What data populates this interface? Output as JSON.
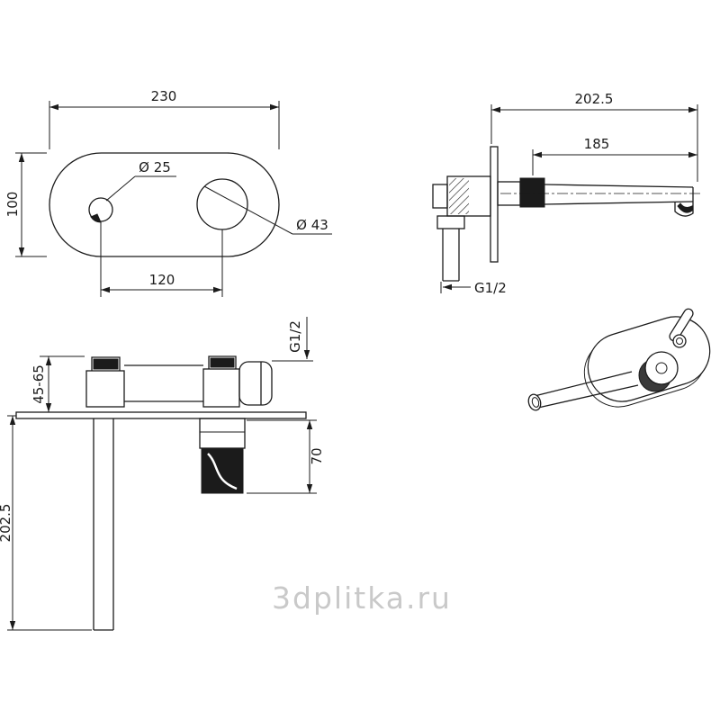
{
  "watermark": "3dplitka.ru",
  "colors": {
    "line": "#1b1b1b",
    "watermark": "#c9c9c9"
  },
  "front_view": {
    "width": "230",
    "height": "100",
    "hole_small": "Ø 25",
    "hole_large": "Ø 43",
    "hole_spacing": "120"
  },
  "side_view": {
    "depth_total": "202.5",
    "spout_length": "185",
    "thread": "G1/2"
  },
  "install_view": {
    "thread": "G1/2",
    "mount_depth_range": "45-65",
    "supply_pipe_length": "202.5",
    "valve_body_height": "70"
  }
}
